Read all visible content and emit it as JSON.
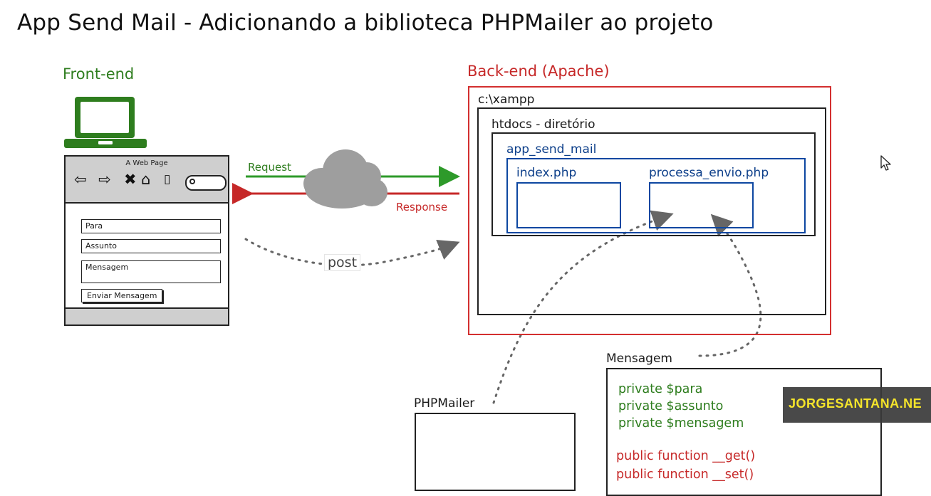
{
  "title": "App Send Mail - Adicionando a biblioteca PHPMailer ao projeto",
  "frontend": {
    "label": "Front-end",
    "browser": {
      "page_title": "A Web Page",
      "fields": {
        "para": "Para",
        "assunto": "Assunto",
        "mensagem": "Mensagem"
      },
      "submit_button": "Enviar Mensagem"
    }
  },
  "arrows": {
    "request": "Request",
    "response": "Response",
    "post": "post"
  },
  "backend": {
    "label": "Back-end (Apache)",
    "xampp": "c:\\xampp",
    "htdocs": "htdocs - diretório",
    "app": "app_send_mail",
    "index": "index.php",
    "processa": "processa_envio.php"
  },
  "phpmailer": {
    "label": "PHPMailer"
  },
  "mensagem": {
    "label": "Mensagem",
    "attributes": [
      "private $para",
      "private $assunto",
      "private $mensagem"
    ],
    "methods": [
      "public function __get()",
      "public function __set()"
    ]
  },
  "watermark": "JORGESANTANA.NE",
  "colors": {
    "green": "#2e7d1e",
    "red": "#c62828",
    "blue": "#0d47a1",
    "cloud": "#9e9e9e"
  },
  "icons": [
    "laptop-icon",
    "cloud-icon",
    "back-arrow-icon",
    "forward-arrow-icon",
    "stop-icon",
    "home-icon",
    "page-icon",
    "search-icon",
    "mouse-cursor-icon"
  ]
}
